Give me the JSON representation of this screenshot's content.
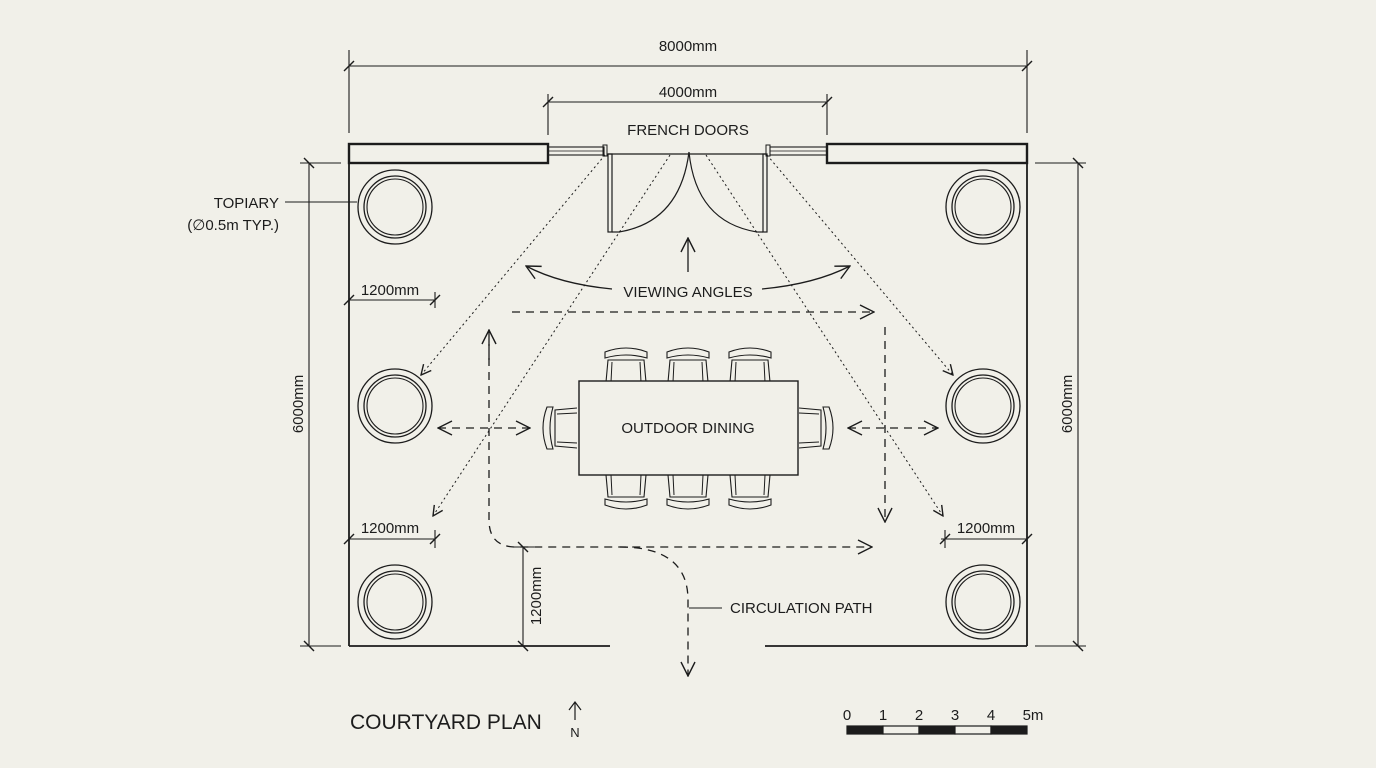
{
  "drawing": {
    "title": "COURTYARD PLAN",
    "north_label": "N",
    "dimensions": {
      "overall_width": "8000mm",
      "door_opening": "4000mm",
      "overall_depth_left": "6000mm",
      "overall_depth_right": "6000mm",
      "left_upper_offset": "1200mm",
      "left_lower_offset": "1200mm",
      "right_lower_offset": "1200mm",
      "entry_offset": "1200mm"
    },
    "labels": {
      "french_doors": "FRENCH DOORS",
      "viewing_angles": "VIEWING ANGLES",
      "outdoor_dining": "OUTDOOR DINING",
      "circulation_path": "CIRCULATION PATH",
      "topiary_line1": "TOPIARY",
      "topiary_line2": "(∅0.5m TYP.)"
    },
    "elements": {
      "topiary_count": 6,
      "dining_chairs": 8
    },
    "scale_bar": {
      "labels": [
        "0",
        "1",
        "2",
        "3",
        "4",
        "5m"
      ],
      "unit": "m",
      "segments": 5
    },
    "colors": {
      "ink": "#1c1c1c",
      "paper": "#f1f0e9"
    }
  }
}
